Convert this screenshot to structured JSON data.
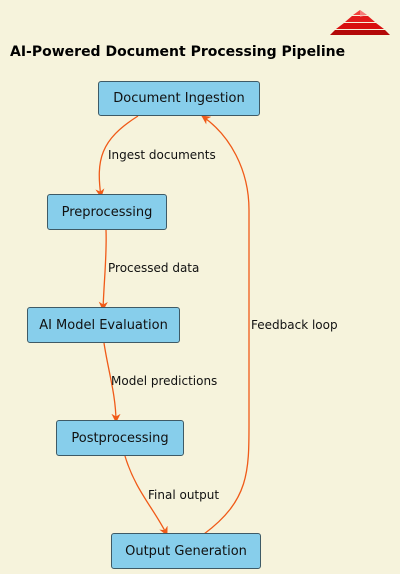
{
  "diagram": {
    "title": "AI-Powered Document Processing Pipeline",
    "edge_color": "#f05a18",
    "node_fill": "#87ceeb",
    "nodes": {
      "ingestion": "Document Ingestion",
      "preprocessing": "Preprocessing",
      "evaluation": "AI Model Evaluation",
      "postprocessing": "Postprocessing",
      "output": "Output Generation"
    },
    "edges": {
      "ingest": "Ingest documents",
      "processed": "Processed data",
      "predictions": "Model predictions",
      "final": "Final output",
      "feedback": "Feedback loop"
    }
  }
}
